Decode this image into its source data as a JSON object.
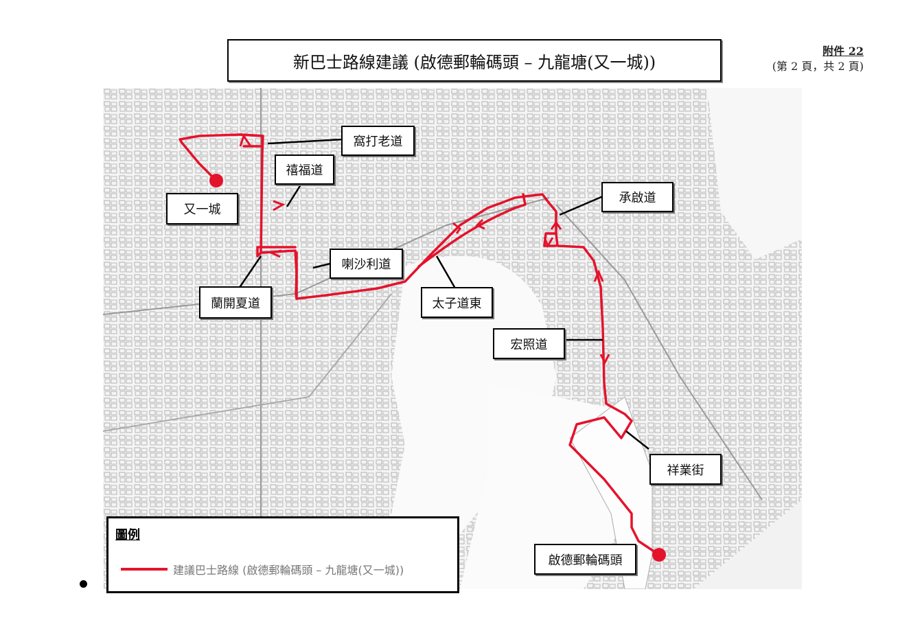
{
  "header": {
    "title": "新巴士路線建議 (啟德郵輪碼頭 – 九龍塘(又一城))",
    "annex": "附件 22",
    "page_info": "(第 2 頁，共 2 頁)"
  },
  "map": {
    "route_color": "#e5122c",
    "start_point": "又一城",
    "end_point": "啟德郵輪碼頭",
    "labels": [
      {
        "id": "festival-walk",
        "text": "又一城"
      },
      {
        "id": "waterloo-road",
        "text": "窩打老道"
      },
      {
        "id": "hay-fook-road",
        "text": "禧福道"
      },
      {
        "id": "la-salle-road",
        "text": "喇沙利道"
      },
      {
        "id": "lancashire-road",
        "text": "蘭開夏道"
      },
      {
        "id": "prince-edward-road-east",
        "text": "太子道東"
      },
      {
        "id": "shing-kai-road",
        "text": "承啟道"
      },
      {
        "id": "wang-chiu-road",
        "text": "宏照道"
      },
      {
        "id": "cheung-yip-street",
        "text": "祥業街"
      },
      {
        "id": "kai-tak-cruise-terminal",
        "text": "啟德郵輪碼頭"
      }
    ]
  },
  "legend": {
    "title": "圖例",
    "items": [
      {
        "color": "#e5122c",
        "text": "建議巴士路線  (啟德郵輪碼頭  –  九龍塘(又一城))"
      }
    ]
  }
}
